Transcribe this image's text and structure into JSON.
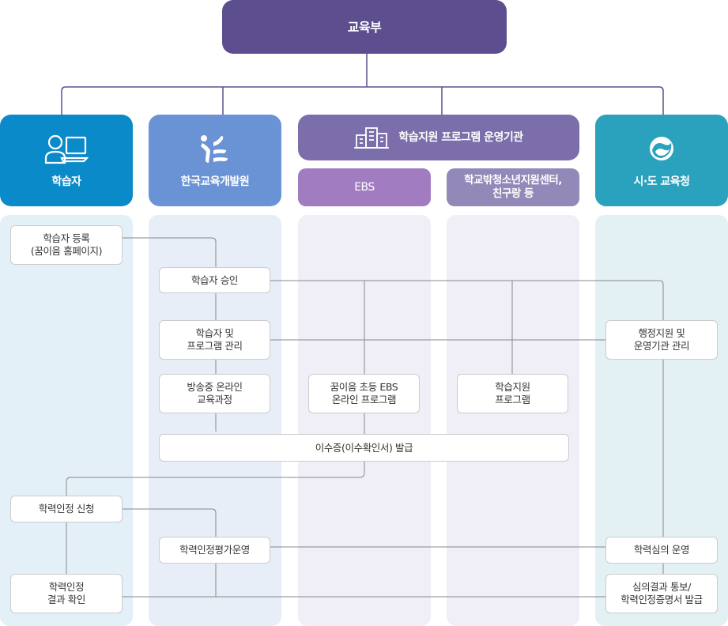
{
  "top": {
    "label": "교육부"
  },
  "headers": {
    "learner": "학습자",
    "kedi": "한국교육개발원",
    "program_org": "학습지원 프로그램 운영기관",
    "ebs": "EBS",
    "center": "학교밖청소년지원센터,\n친구랑 등",
    "office": "시·도 교육청"
  },
  "boxes": {
    "register": "학습자 등록\n(꿈이음 홈페이지)",
    "approve": "학습자 승인",
    "manage": "학습자 및\n프로그램 관리",
    "broadcast": "방송중 온라인\n교육과정",
    "ebs_program": "꿈이음 초등 EBS\n온라인 프로그램",
    "support_program": "학습지원\n프로그램",
    "certificate": "이수증(이수확인서) 발급",
    "admin": "행정지원 및\n운영기관 관리",
    "apply": "학력인정 신청",
    "evaluation": "학력인정평가운영",
    "committee": "학력심의 운영",
    "result_check": "학력인정\n결과 확인",
    "notice": "심의결과 통보/\n학력인정증명서 발급"
  },
  "icons": [
    "learner-computer-icon",
    "kedi-logo-icon",
    "building-icon",
    "government-emblem-icon"
  ],
  "colors": {
    "top": "#5d4e8f",
    "learner": "#0a8ac9",
    "kedi": "#6a93d6",
    "program_org": "#7b6eaa",
    "ebs": "#a27cc0",
    "center": "#9389b8",
    "office": "#2aa2bd"
  }
}
